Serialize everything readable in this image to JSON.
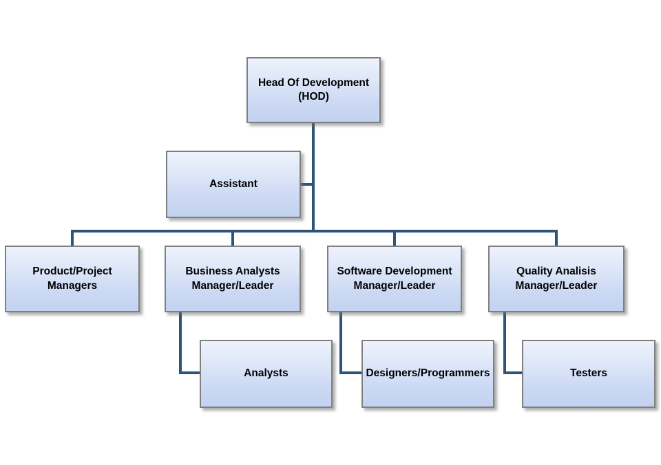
{
  "diagram": {
    "type": "org-chart",
    "colors": {
      "background": "#ffffff",
      "node_fill_top": "#eef2fc",
      "node_fill_bottom": "#c2d2f0",
      "node_border": "#7f7f7f",
      "connector": "#2e5577",
      "text": "#000000"
    },
    "nodes": [
      {
        "id": "hod",
        "label": "Head Of Development (HOD)",
        "line1": "Head Of Development",
        "line2": "(HOD)",
        "reports_to": null
      },
      {
        "id": "assistant",
        "label": "Assistant",
        "line1": "Assistant",
        "line2": "",
        "reports_to": "hod"
      },
      {
        "id": "product",
        "label": "Product/Project Managers",
        "line1": "Product/Project",
        "line2": "Managers",
        "reports_to": "hod"
      },
      {
        "id": "business",
        "label": "Business Analysts Manager/Leader",
        "line1": "Business Analysts",
        "line2": "Manager/Leader",
        "reports_to": "hod"
      },
      {
        "id": "software",
        "label": "Software Development Manager/Leader",
        "line1": "Software Development",
        "line2": "Manager/Leader",
        "reports_to": "hod"
      },
      {
        "id": "quality",
        "label": "Quality Analisis Manager/Leader",
        "line1": "Quality Analisis",
        "line2": "Manager/Leader",
        "reports_to": "hod"
      },
      {
        "id": "analysts",
        "label": "Analysts",
        "line1": "Analysts",
        "line2": "",
        "reports_to": "business"
      },
      {
        "id": "designers",
        "label": "Designers/Programmers",
        "line1": "Designers/Programmers",
        "line2": "",
        "reports_to": "software"
      },
      {
        "id": "testers",
        "label": "Testers",
        "line1": "Testers",
        "line2": "",
        "reports_to": "quality"
      }
    ]
  }
}
